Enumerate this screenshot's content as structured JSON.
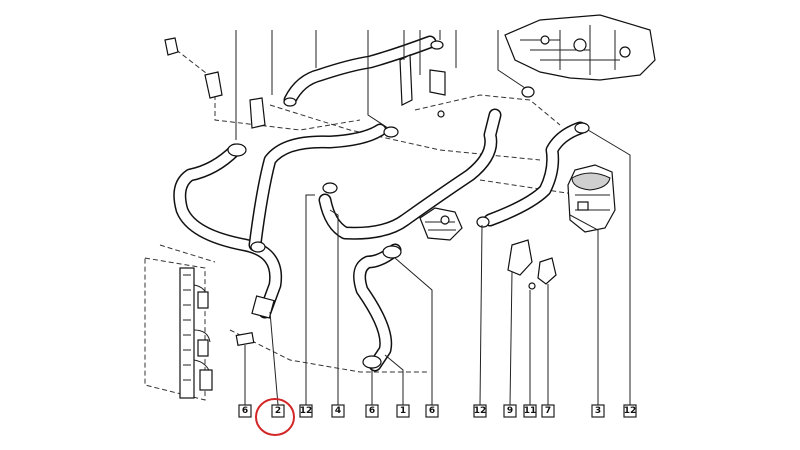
{
  "diagram": {
    "callouts": [
      {
        "id": "callout-6-left",
        "text": "6"
      },
      {
        "id": "callout-2",
        "text": "2",
        "highlighted": true
      },
      {
        "id": "callout-12-a",
        "text": "12"
      },
      {
        "id": "callout-4",
        "text": "4"
      },
      {
        "id": "callout-6-mid",
        "text": "6"
      },
      {
        "id": "callout-1",
        "text": "1"
      },
      {
        "id": "callout-6-right",
        "text": "6"
      },
      {
        "id": "callout-12-b",
        "text": "12"
      },
      {
        "id": "callout-9",
        "text": "9"
      },
      {
        "id": "callout-11",
        "text": "11"
      },
      {
        "id": "callout-7",
        "text": "7"
      },
      {
        "id": "callout-3",
        "text": "3"
      },
      {
        "id": "callout-12-c",
        "text": "12"
      }
    ],
    "highlight_color": "#d32626"
  }
}
